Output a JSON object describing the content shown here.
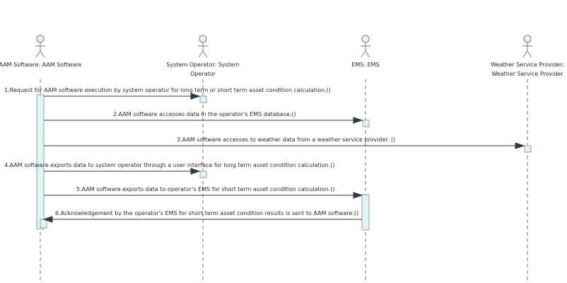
{
  "participants": [
    {
      "id": "aam",
      "lines": [
        "AAM Software: AAM Software"
      ]
    },
    {
      "id": "sysop",
      "lines": [
        "System Operator: System",
        "Operator"
      ]
    },
    {
      "id": "ems",
      "lines": [
        "EMS: EMS"
      ]
    },
    {
      "id": "wsp",
      "lines": [
        "Weather Service Provider:",
        "Weather Service Provider"
      ]
    }
  ],
  "messages": [
    {
      "from": "aam",
      "to": "sysop",
      "label": "1.Request for AAM software execution by system operator for long term or short term asset condition calculation.()"
    },
    {
      "from": "aam",
      "to": "ems",
      "label": "2.AAM software accesses data in the operator's EMS database.()"
    },
    {
      "from": "aam",
      "to": "wsp",
      "label": "3.AAM software accesses to weather data from a weather service provider. ()"
    },
    {
      "from": "aam",
      "to": "sysop",
      "label": "4.AAM software exports data to system operator through a user interface for long term asset condition calculation.()"
    },
    {
      "from": "aam",
      "to": "ems",
      "label": "5.AAM software exports data to operator's EMS for short term asset condition calculation.()"
    },
    {
      "from": "ems",
      "to": "aam",
      "label": "6.Acknowledgement by the operator's EMS for short term asset condition results is sent to AAM software.()"
    }
  ],
  "colors": {
    "activation_fill": "#e4f3f3",
    "line": "#3a3a3a",
    "arrowhead": "#2f3a46"
  }
}
